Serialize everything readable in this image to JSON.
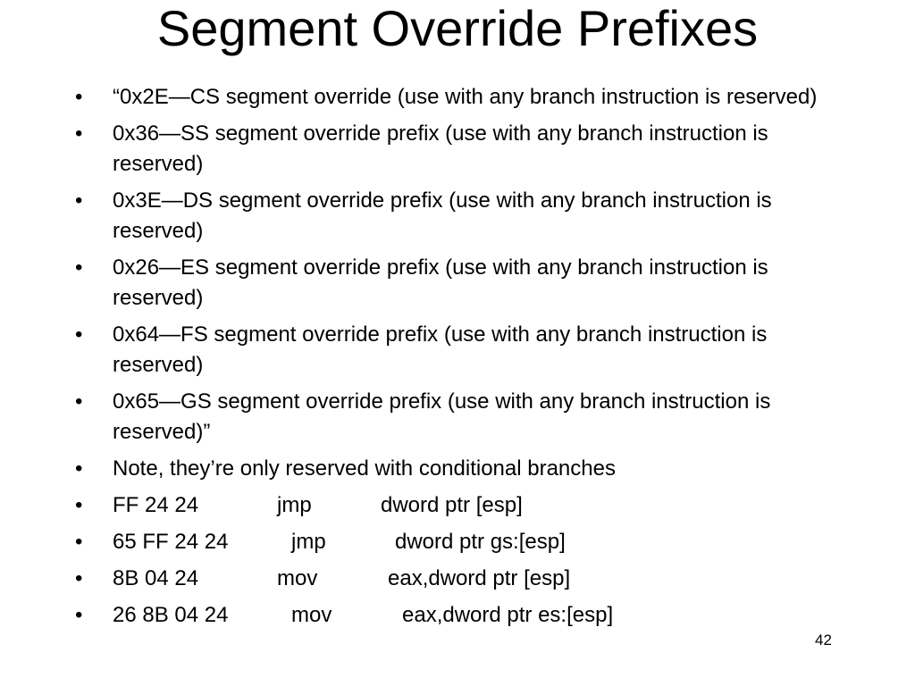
{
  "slide": {
    "title": "Segment Override Prefixes",
    "bullets": [
      "“0x2E—CS segment override (use with any branch instruction is reserved)",
      "0x36—SS segment override prefix (use with any branch instruction is reserved)",
      "0x3E—DS segment override prefix (use with any branch instruction is reserved)",
      "0x26—ES segment override prefix (use with any branch instruction is reserved)",
      "0x64—FS segment override prefix (use with any branch instruction is reserved)",
      "0x65—GS segment override prefix (use with any branch instruction is reserved)”",
      "Note, they’re only reserved with conditional branches"
    ],
    "code_lines": [
      {
        "bytes": "FF 24 24",
        "mnemonic": "jmp",
        "operands": "dword ptr [esp]"
      },
      {
        "bytes": "65 FF 24 24",
        "mnemonic": "jmp",
        "operands": "dword ptr gs:[esp]"
      },
      {
        "bytes": "8B 04 24",
        "mnemonic": "mov",
        "operands": "eax,dword ptr [esp]"
      },
      {
        "bytes": "26 8B 04 24",
        "mnemonic": "mov",
        "operands": "eax,dword ptr es:[esp]"
      }
    ],
    "page_number": "42"
  }
}
